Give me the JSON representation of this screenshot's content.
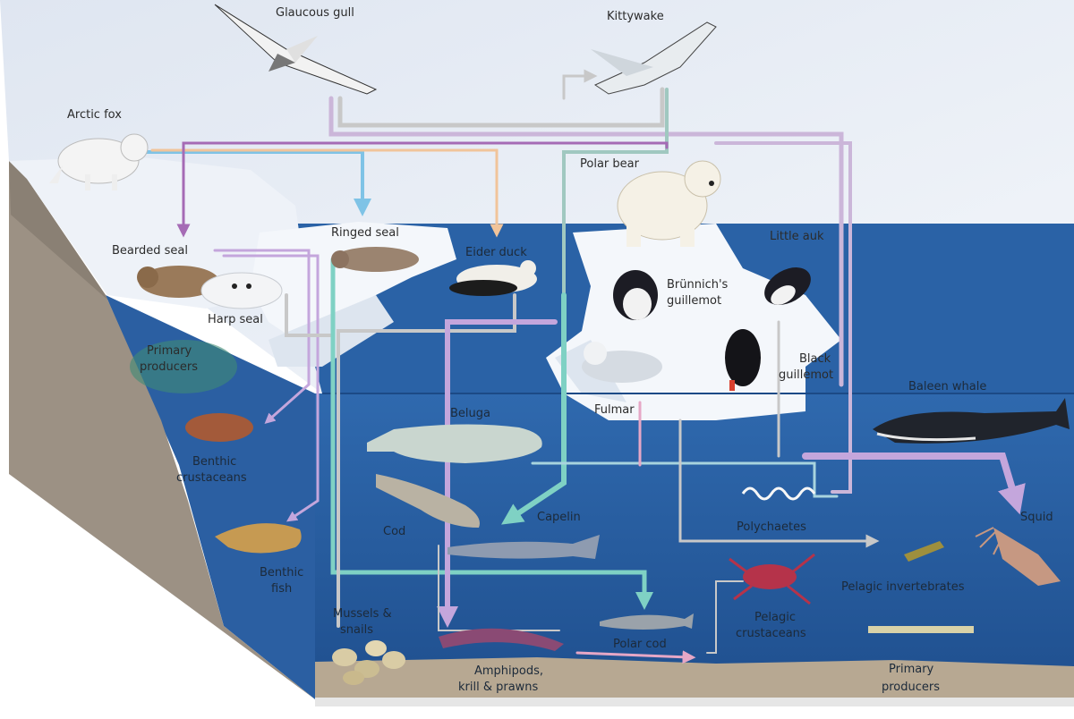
{
  "diagram": {
    "labels": {
      "glaucous_gull": "Glaucous gull",
      "kittywake": "Kittywake",
      "arctic_fox": "Arctic fox",
      "polar_bear": "Polar bear",
      "little_auk": "Little auk",
      "bearded_seal": "Bearded seal",
      "ringed_seal": "Ringed seal",
      "eider_duck": "Eider duck",
      "brunnichs_guillemot_1": "Brünnich's",
      "brunnichs_guillemot_2": "guillemot",
      "black_guillemot_1": "Black",
      "black_guillemot_2": "guillemot",
      "harp_seal": "Harp seal",
      "primary_producers_left_1": "Primary",
      "primary_producers_left_2": "producers",
      "fulmar": "Fulmar",
      "baleen_whale": "Baleen whale",
      "beluga": "Beluga",
      "benthic_crustaceans_1": "Benthic",
      "benthic_crustaceans_2": "crustaceans",
      "cod": "Cod",
      "capelin": "Capelin",
      "polychaetes": "Polychaetes",
      "squid": "Squid",
      "benthic_fish_1": "Benthic",
      "benthic_fish_2": "fish",
      "pelagic_invertebrates": "Pelagic invertebrates",
      "mussels_snails_1": "Mussels &",
      "mussels_snails_2": "snails",
      "pelagic_crustaceans_1": "Pelagic",
      "pelagic_crustaceans_2": "crustaceans",
      "polar_cod": "Polar cod",
      "amphipods_1": "Amphipods,",
      "amphipods_2": "krill & prawns",
      "primary_producers_right_1": "Primary",
      "primary_producers_right_2": "producers"
    },
    "colors": {
      "sky": "#e9eef6",
      "ocean": "#2c64a8",
      "ocean_deep": "#24579a",
      "ice": "#f4f7fb",
      "seabed": "#b7a892",
      "cliff": "#9c9184",
      "arrow_purple": "#a56bb5",
      "arrow_teal": "#7fd1c4",
      "arrow_pink": "#e6a7c6",
      "arrow_lilac": "#c4a6dc",
      "arrow_grey": "#c8c8c8",
      "arrow_blue": "#7fc3e6"
    }
  }
}
